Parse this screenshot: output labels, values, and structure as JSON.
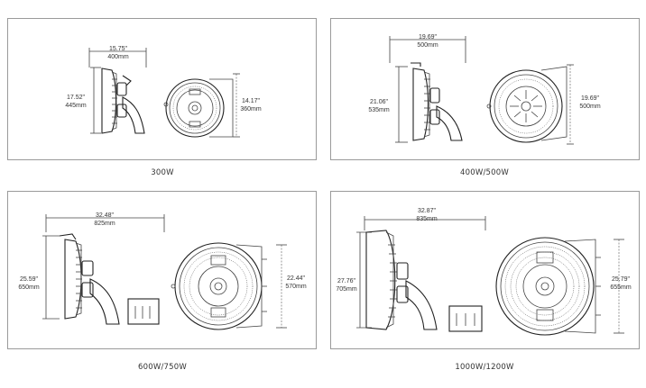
{
  "panels": [
    {
      "caption": "300W",
      "width_dim": {
        "in": "15.75\"",
        "mm": "400mm"
      },
      "height_dim": {
        "in": "17.52\"",
        "mm": "445mm"
      },
      "front_dim": {
        "in": "14.17\"",
        "mm": "360mm"
      }
    },
    {
      "caption": "400W/500W",
      "width_dim": {
        "in": "19.69\"",
        "mm": "500mm"
      },
      "height_dim": {
        "in": "21.06\"",
        "mm": "535mm"
      },
      "front_dim": {
        "in": "19.69\"",
        "mm": "500mm"
      }
    },
    {
      "caption": "600W/750W",
      "width_dim": {
        "in": "32.48\"",
        "mm": "825mm"
      },
      "height_dim": {
        "in": "25.59\"",
        "mm": "650mm"
      },
      "front_dim": {
        "in": "22.44\"",
        "mm": "570mm"
      }
    },
    {
      "caption": "1000W/1200W",
      "width_dim": {
        "in": "32.87\"",
        "mm": "835mm"
      },
      "height_dim": {
        "in": "27.76\"",
        "mm": "705mm"
      },
      "front_dim": {
        "in": "25.79\"",
        "mm": "655mm"
      }
    }
  ]
}
